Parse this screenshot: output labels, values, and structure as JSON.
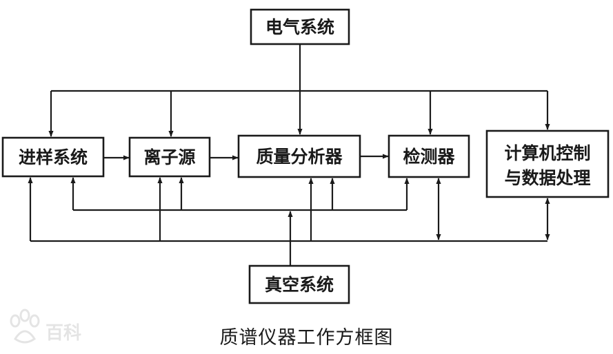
{
  "nodes": {
    "electrical": "电气系统",
    "sample_inlet": "进样系统",
    "ion_source": "离子源",
    "mass_analyzer": "质量分析器",
    "detector": "检测器",
    "computer_line1": "计算机控制",
    "computer_line2": "与数据处理",
    "vacuum": "真空系统"
  },
  "caption": "质谱仪器工作方框图",
  "watermark": "百科"
}
